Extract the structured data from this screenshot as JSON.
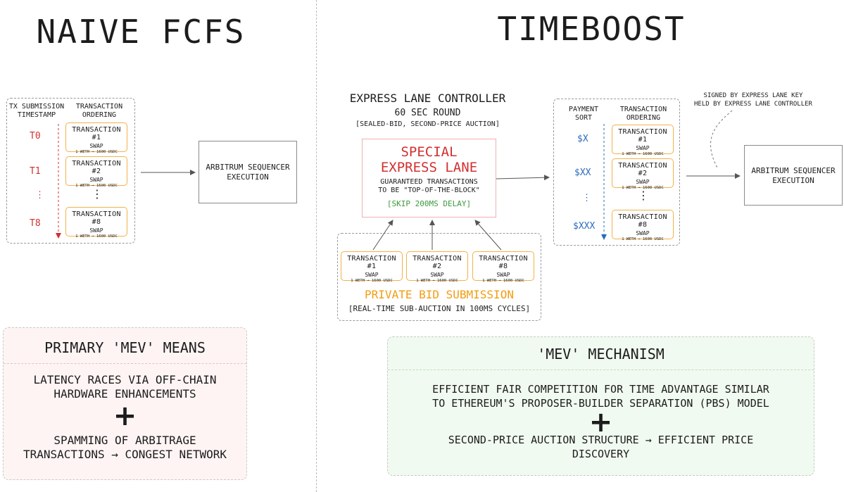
{
  "left": {
    "title": "NAIVE FCFS",
    "col_timestamp": "TX SUBMISSION\nTIMESTAMP",
    "col_ordering": "TRANSACTION\nORDERING",
    "timestamps": [
      "T0",
      "T1",
      "⋮",
      "T8"
    ],
    "transactions": [
      {
        "title": "TRANSACTION #1",
        "type": "SWAP",
        "route": "1 WETH → 1600 USDC"
      },
      {
        "title": "TRANSACTION #2",
        "type": "SWAP",
        "route": "1 WETH → 1600 USDC"
      },
      {
        "title": "TRANSACTION #8",
        "type": "SWAP",
        "route": "1 WETH → 1600 USDC"
      }
    ],
    "ellipsis": "⋮",
    "sequencer": "ARBITRUM SEQUENCER\nEXECUTION",
    "mev": {
      "heading": "PRIMARY 'MEV' MEANS",
      "line1": "LATENCY RACES VIA OFF-CHAIN\nHARDWARE ENHANCEMENTS",
      "plus": "+",
      "line2": "SPAMMING OF ARBITRAGE\nTRANSACTIONS → CONGEST NETWORK"
    }
  },
  "right": {
    "title": "TIMEBOOST",
    "controller": {
      "title": "EXPRESS LANE CONTROLLER",
      "round": "60 SEC ROUND",
      "auction": "[SEALED-BID, SECOND-PRICE AUCTION]"
    },
    "express": {
      "title": "SPECIAL\nEXPRESS LANE",
      "desc": "GUARANTEED TRANSACTIONS\nTO BE \"TOP-OF-THE-BLOCK\"",
      "skip": "[SKIP 200MS DELAY]"
    },
    "bids": [
      {
        "title": "TRANSACTION #1",
        "type": "SWAP",
        "route": "1 WETH → 1600 USDC"
      },
      {
        "title": "TRANSACTION #2",
        "type": "SWAP",
        "route": "1 WETH → 1600 USDC"
      },
      {
        "title": "TRANSACTION #8",
        "type": "SWAP",
        "route": "1 WETH → 1600 USDC"
      }
    ],
    "private_bid": "PRIVATE BID SUBMISSION",
    "subauction": "[REAL-TIME SUB-AUCTION IN 100MS CYCLES]",
    "col_payment": "PAYMENT\nSORT",
    "col_ordering": "TRANSACTION\nORDERING",
    "payments": [
      "$X",
      "$XX",
      "⋮",
      "$XXX"
    ],
    "transactions": [
      {
        "title": "TRANSACTION #1",
        "type": "SWAP",
        "route": "1 WETH → 1600 USDC"
      },
      {
        "title": "TRANSACTION #2",
        "type": "SWAP",
        "route": "1 WETH → 1600 USDC"
      },
      {
        "title": "TRANSACTION #8",
        "type": "SWAP",
        "route": "1 WETH → 1600 USDC"
      }
    ],
    "ellipsis": "⋮",
    "signed_note": "SIGNED BY EXPRESS LANE KEY\nHELD BY EXPRESS LANE CONTROLLER",
    "sequencer": "ARBITRUM SEQUENCER\nEXECUTION",
    "mev": {
      "heading": "'MEV' MECHANISM",
      "line1": "EFFICIENT FAIR COMPETITION FOR TIME ADVANTAGE SIMILAR\nTO ETHEREUM'S PROPOSER-BUILDER SEPARATION (PBS) MODEL",
      "plus": "+",
      "line2": "SECOND-PRICE AUCTION STRUCTURE → EFFICIENT PRICE\nDISCOVERY"
    }
  },
  "colors": {
    "red": "#d23030",
    "orange": "#f39c12",
    "blue": "#2b6cb8",
    "green": "#3c9a3c",
    "pink_bg": "#fff4f4",
    "green_bg": "#f1faf1"
  }
}
